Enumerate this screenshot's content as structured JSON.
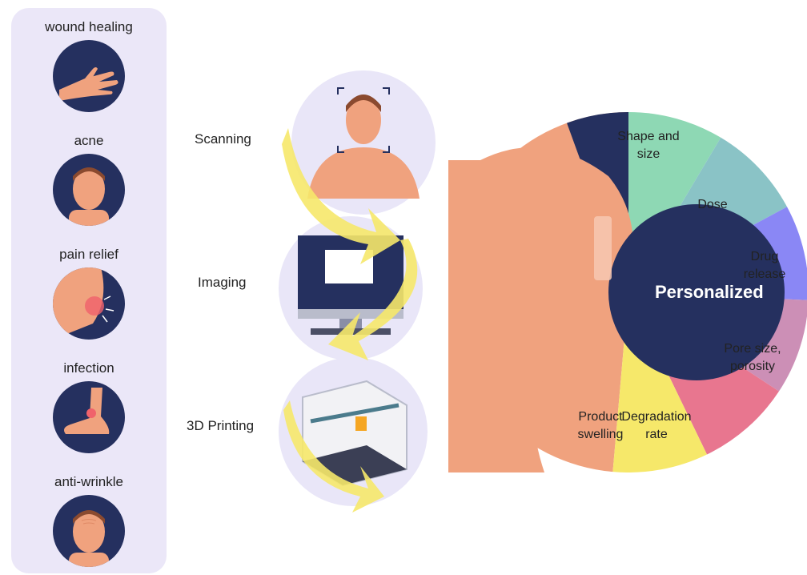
{
  "conditions": [
    {
      "label": "wound healing",
      "icon": "hand-icon"
    },
    {
      "label": "acne",
      "icon": "face-icon"
    },
    {
      "label": "pain relief",
      "icon": "elbow-pain-icon"
    },
    {
      "label": "infection",
      "icon": "foot-icon"
    },
    {
      "label": "anti-wrinkle",
      "icon": "face-icon"
    }
  ],
  "steps": [
    {
      "label": "Scanning",
      "icon": "face-scan-icon"
    },
    {
      "label": "Imaging",
      "icon": "computer-icon"
    },
    {
      "label": "3D Printing",
      "icon": "printer-icon"
    }
  ],
  "wheel": {
    "center": "Personalized",
    "segments": [
      {
        "label_lines": [
          "Shape and",
          "size"
        ],
        "color": "#8ed8b4"
      },
      {
        "label_lines": [
          "Dose"
        ],
        "color": "#8ac3c6"
      },
      {
        "label_lines": [
          "Drug",
          "release"
        ],
        "color": "#8a87f5"
      },
      {
        "label_lines": [
          "Pore size,",
          "porosity"
        ],
        "color": "#cc8fb6"
      },
      {
        "label_lines": [
          "Degradation",
          "rate"
        ],
        "color": "#e8768f"
      },
      {
        "label_lines": [
          "Product",
          "swelling"
        ],
        "color": "#f6e86a"
      }
    ],
    "dark_color": "#25305f",
    "skin_color": "#f0a27e"
  }
}
